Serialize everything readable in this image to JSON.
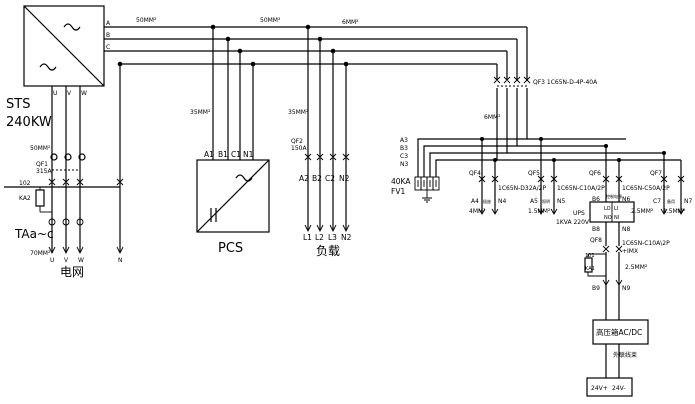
{
  "labels": {
    "sts_name": "STS",
    "sts_power": "240KW",
    "bus_a": "A",
    "bus_b": "B",
    "bus_c": "C",
    "cable_50_a": "50MM²",
    "cable_50_b": "50MM²",
    "cable_6_top": "6MM²",
    "uvw_u": "U",
    "uvw_v": "V",
    "uvw_w": "W",
    "cable_50_qf1": "50MM²",
    "qf1_name": "QF1",
    "qf1_rating": "315A",
    "tag_102": "102",
    "tag_ka2": "KA2",
    "taac": "TAa~c",
    "grid_u": "U",
    "grid_v": "V",
    "grid_w": "W",
    "grid_n": "N",
    "cable_70": "70MM²",
    "grid_label": "电网",
    "cable_35_pcs": "35MM²",
    "pcs_a1": "A1",
    "pcs_b1": "B1",
    "pcs_c1": "C1",
    "pcs_n1": "N1",
    "pcs_name": "PCS",
    "cable_35_load": "35MM²",
    "qf2_name": "QF2",
    "qf2_rating": "150A",
    "load_a2": "A2",
    "load_b2": "B2",
    "load_c2": "C2",
    "load_n2": "N2",
    "load_l1": "L1",
    "load_l2": "L2",
    "load_l3": "L3",
    "load_n2b": "N2",
    "load_label": "负载",
    "qf3_label": "QF3 1C65N-D-4P-40A",
    "cable_6_mid": "6MM²",
    "aux_a3": "A3",
    "aux_b3": "B3",
    "aux_c3": "C3",
    "aux_n3": "N3",
    "fv1_rating": "40KA",
    "fv1_name": "FV1",
    "qf4_name": "QF4",
    "qf4_spec": "1C65N-D32A/2P",
    "qf5_name": "QF5",
    "qf5_spec": "1C65N-C10A/2P",
    "qf6_name": "QF6",
    "qf6_spec": "1C65N-C50A/2P",
    "qf7_name": "QF7",
    "a4": "A4",
    "n4": "N4",
    "cable_4": "4MM²",
    "tiny_4": "插座",
    "a5": "A5",
    "n5": "N5",
    "cable_15_a": "1.5MM²",
    "tiny_5": "照明",
    "b6": "B6",
    "n6": "N6",
    "cable_25_a": "2.5MM²",
    "ups_name": "UPS",
    "ups_spec": "1KVA 220V",
    "ups_lo": "LO",
    "ups_no": "NO",
    "ups_li": "LI",
    "ups_ni": "NI",
    "tiny_6": "控制电源",
    "c7": "C7",
    "n7": "N7",
    "cable_15_b": "1.5MM²",
    "tiny_7": "备用",
    "b8": "B8",
    "n8": "N8",
    "qf8_name": "QF8",
    "qf8_spec": "1C65N-C10A\\2P",
    "qf8_extra": "+IMX",
    "tag_101": "101",
    "tag_ka1": "KA1",
    "cable_25_b": "2.5MM²",
    "b9": "B9",
    "n9": "N9",
    "hv_box": "高压箱AC/DC",
    "ext_cable": "外联线束",
    "v24p": "24V+",
    "v24m": "24V-"
  }
}
